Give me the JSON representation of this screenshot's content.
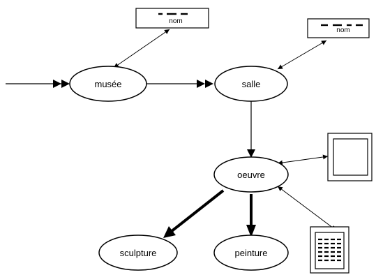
{
  "nodes": {
    "musee": "musée",
    "salle": "salle",
    "oeuvre": "oeuvre",
    "sculpture": "sculpture",
    "peinture": "peinture"
  },
  "field_boxes": {
    "musee_nom": "nom",
    "salle_nom": "nom"
  },
  "icons": {
    "oeuvre_view": "empty-frame-icon",
    "oeuvre_list": "list-document-icon"
  },
  "colors": {
    "stroke": "#000000",
    "background": "#ffffff"
  }
}
